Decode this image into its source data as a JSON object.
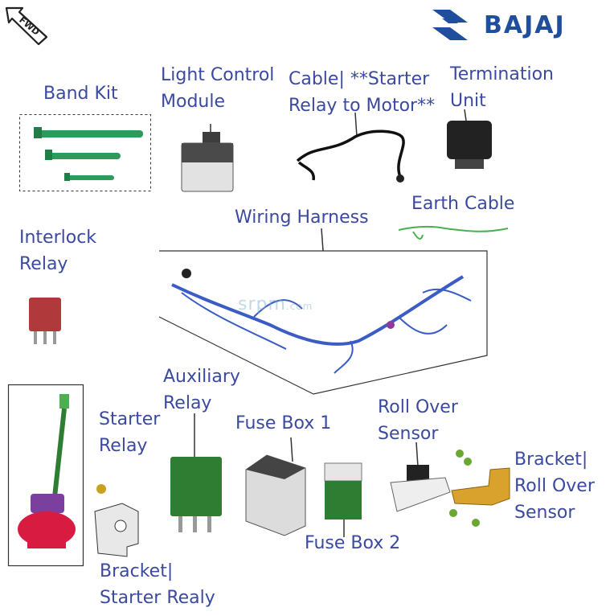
{
  "brand": {
    "name": "BAJAJ",
    "brand_color": "#1f4e9c"
  },
  "direction_badge": {
    "text": "FWD",
    "icon": "forward-arrow-icon"
  },
  "watermark": {
    "text": "srpm",
    "suffix": ".com"
  },
  "label_color": "#3b4aa0",
  "labels": {
    "band_kit": "Band Kit",
    "light_control": [
      "Light Control",
      "Module"
    ],
    "cable_starter": [
      "Cable| **Starter",
      "Relay to Motor**"
    ],
    "termination": [
      "Termination",
      "Unit"
    ],
    "earth_cable": "Earth Cable",
    "wiring_harness": "Wiring Harness",
    "interlock": [
      "Interlock",
      "Relay"
    ],
    "starter_relay": [
      "Starter",
      "Relay"
    ],
    "auxiliary": [
      "Auxiliary",
      "Relay"
    ],
    "fuse_box_1": "Fuse Box 1",
    "roll_over": [
      "Roll Over",
      "Sensor"
    ],
    "bracket_roll": [
      "Bracket|",
      "Roll Over",
      "Sensor"
    ],
    "fuse_box_2": "Fuse Box 2",
    "bracket_starter": [
      "Bracket|",
      "Starter Realy"
    ]
  }
}
